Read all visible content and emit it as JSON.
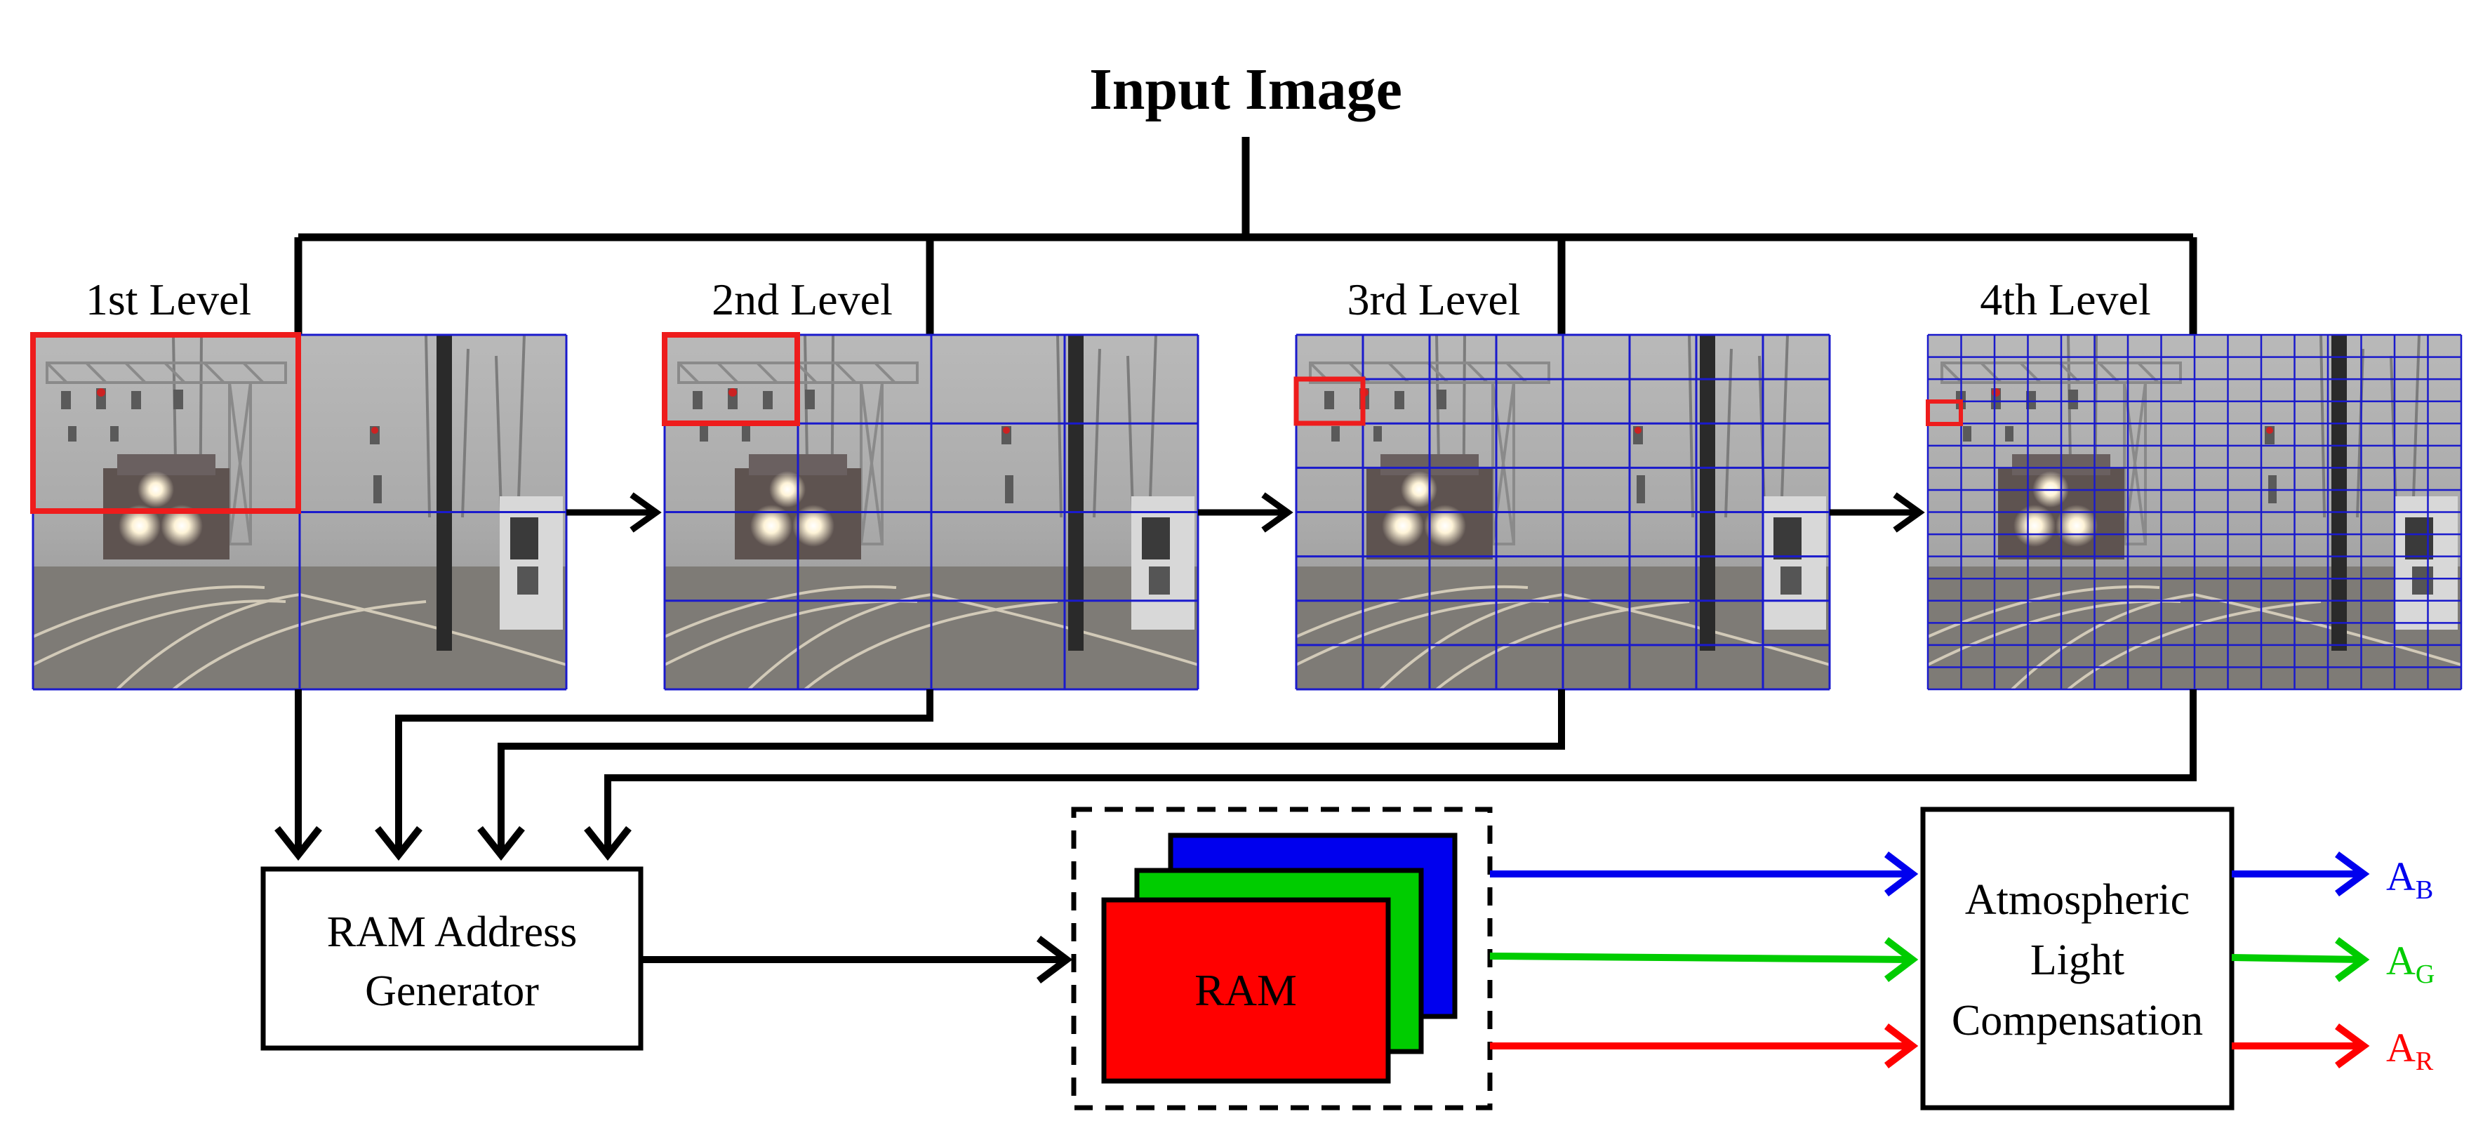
{
  "title": "Input Image",
  "levels": [
    {
      "label": "1st Level",
      "grid": 2
    },
    {
      "label": "2nd Level",
      "grid": 4
    },
    {
      "label": "3rd Level",
      "grid": 8
    },
    {
      "label": "4th Level",
      "grid": 16
    }
  ],
  "address_generator": {
    "line1": "RAM Address",
    "line2": "Generator"
  },
  "ram": {
    "label": "RAM"
  },
  "compensation": {
    "line1": "Atmospheric",
    "line2": "Light",
    "line3": "Compensation"
  },
  "outputs": [
    {
      "base": "A",
      "sub": "B",
      "color": "#0000ee"
    },
    {
      "base": "A",
      "sub": "G",
      "color": "#00cc00"
    },
    {
      "base": "A",
      "sub": "R",
      "color": "#ff0000"
    }
  ],
  "colors": {
    "grid": "#1a1acc",
    "highlight": "#ee1c1c",
    "ram_blue": "#0000ee",
    "ram_green": "#00cc00",
    "ram_red": "#ff0000"
  }
}
